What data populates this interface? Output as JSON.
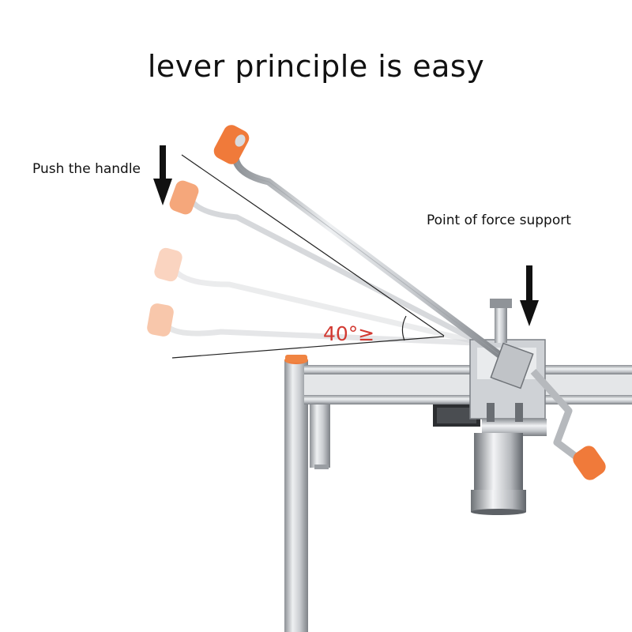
{
  "title": "lever principle is easy",
  "push_label": "Push the handle",
  "support_label": "Point of force support",
  "angle_label": "40°≥",
  "icons": {
    "push_arrow": "arrow-down-icon",
    "support_arrow": "arrow-down-icon"
  },
  "colors": {
    "handle_grip": "#f07a3a",
    "angle_text": "#d23a32",
    "steel": "#b9bcc0",
    "text": "#111111"
  }
}
